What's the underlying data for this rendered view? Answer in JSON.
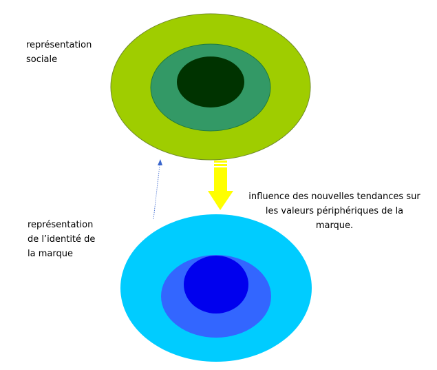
{
  "labels": {
    "social_representation": [
      "représentation",
      "sociale"
    ],
    "identity_representation": [
      "représentation",
      "de l’identité de",
      "la marque"
    ],
    "influence": [
      "influence des nouvelles tendances sur",
      "les valeurs périphériques de la",
      "marque."
    ]
  },
  "colors": {
    "social_outer": "#9fcd00",
    "social_outer_stroke": "#6f8a2a",
    "social_middle": "#339966",
    "social_middle_stroke": "#1f7a3f",
    "social_core": "#003300",
    "identity_outer": "#00ccff",
    "identity_middle": "#3366ff",
    "identity_core": "#0000ee",
    "arrow": "#ffff00",
    "dotted_line": "#5a7fd6"
  }
}
